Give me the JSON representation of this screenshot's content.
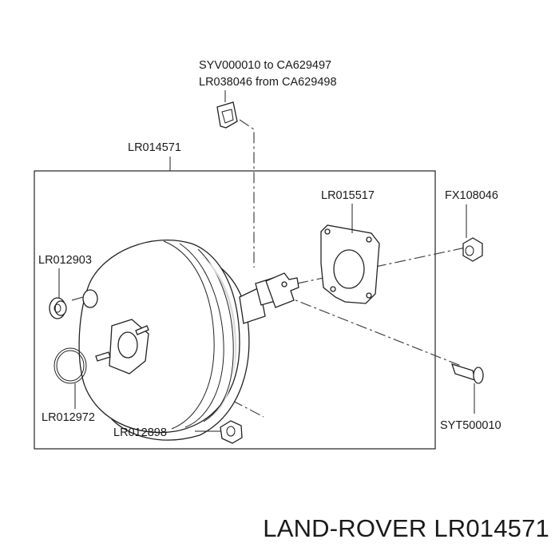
{
  "labels": {
    "bracket_range_1": "SYV000010 to CA629497",
    "bracket_range_2": "LR038046 from CA629498",
    "booster_assembly": "LR014571",
    "gasket": "LR015517",
    "nut_right": "FX108046",
    "grommet": "LR012903",
    "o_ring": "LR012972",
    "nut_bottom": "LR012898",
    "clevis_pin": "SYT500010"
  },
  "brand_line": "LAND-ROVER LR014571"
}
